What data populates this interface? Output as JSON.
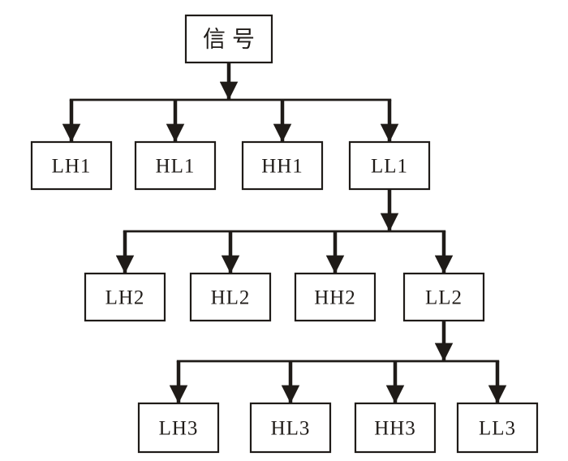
{
  "colors": {
    "line": "#1f1b18",
    "node_fill": "#ffffff",
    "background": "#ffffff"
  },
  "root": {
    "label": "信号"
  },
  "levels": [
    {
      "nodes": [
        {
          "label": "LH1"
        },
        {
          "label": "HL1"
        },
        {
          "label": "HH1"
        },
        {
          "label": "LL1"
        }
      ]
    },
    {
      "nodes": [
        {
          "label": "LH2"
        },
        {
          "label": "HL2"
        },
        {
          "label": "HH2"
        },
        {
          "label": "LL2"
        }
      ]
    },
    {
      "nodes": [
        {
          "label": "LH3"
        },
        {
          "label": "HL3"
        },
        {
          "label": "HH3"
        },
        {
          "label": "LL3"
        }
      ]
    }
  ]
}
